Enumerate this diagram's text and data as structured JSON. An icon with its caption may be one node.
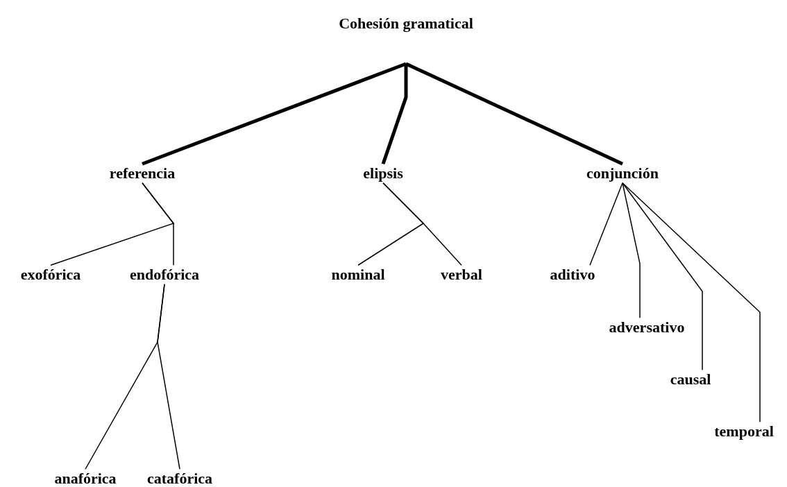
{
  "diagram": {
    "title": "Cohesión gramatical",
    "nodes": [
      {
        "text": [
          "referencia"
        ]
      },
      {
        "text": [
          "elipsis"
        ]
      },
      {
        "text": [
          "conjunción"
        ]
      },
      {
        "text": [
          "exofórica"
        ]
      },
      {
        "text": [
          "endofórica"
        ]
      },
      {
        "text": [
          "nominal"
        ]
      },
      {
        "text": [
          "verbal"
        ]
      },
      {
        "text": [
          "aditivo"
        ]
      },
      {
        "text": [
          "adversativo"
        ]
      },
      {
        "text": [
          "causal"
        ]
      },
      {
        "text": [
          "temporal"
        ]
      },
      {
        "text": [
          "anafórica"
        ]
      },
      {
        "text": [
          "catafórica"
        ]
      }
    ],
    "edges": [
      {
        "from": null,
        "to": 0,
        "arrow": "none",
        "style": "thick"
      },
      {
        "from": null,
        "to": 1,
        "arrow": "none",
        "style": "thick"
      },
      {
        "from": null,
        "to": 2,
        "arrow": "none",
        "style": "thick"
      },
      {
        "from": 0,
        "to": 3,
        "arrow": "none"
      },
      {
        "from": 0,
        "to": 4,
        "arrow": "none"
      },
      {
        "from": 1,
        "to": 5,
        "arrow": "none"
      },
      {
        "from": 1,
        "to": 6,
        "arrow": "none"
      },
      {
        "from": 2,
        "to": 7,
        "arrow": "none"
      },
      {
        "from": 2,
        "to": 8,
        "arrow": "none"
      },
      {
        "from": 2,
        "to": 9,
        "arrow": "none"
      },
      {
        "from": 2,
        "to": 10,
        "arrow": "none"
      },
      {
        "from": 4,
        "to": 11,
        "arrow": "none"
      },
      {
        "from": 4,
        "to": 12,
        "arrow": "none"
      }
    ]
  }
}
